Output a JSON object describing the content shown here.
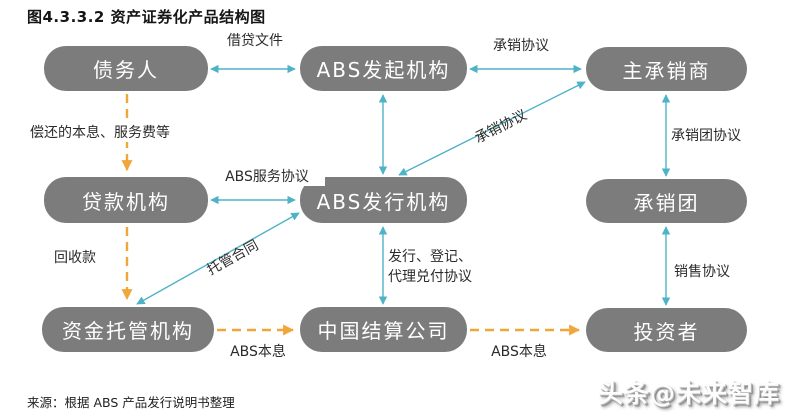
{
  "title": "图4.3.3.2 资产证券化产品结构图",
  "source": "来源：根据 ABS 产品发行说明书整理",
  "watermark": "头条@未来智库",
  "colors": {
    "node_fill": "#7c7c7c",
    "node_text": "#ffffff",
    "arrow_teal": "#4fb3c8",
    "arrow_orange": "#f0a63a"
  },
  "nodes": {
    "debtor": "债务人",
    "originator": "ABS发起机构",
    "lead_underwriter": "主承销商",
    "loan_institution": "贷款机构",
    "issuer": "ABS发行机构",
    "syndicate": "承销团",
    "fund_custodian": "资金托管机构",
    "china_clearing": "中国结算公司",
    "investors": "投资者"
  },
  "edge_labels": {
    "loan_documents": "借贷文件",
    "underwriting_agreement_top": "承销协议",
    "underwriting_agreement_diagonal": "承销协议",
    "syndicate_agreement": "承销团协议",
    "repayment": "偿还的本息、服务费等",
    "abs_service_agreement": "ABS服务协议",
    "recovered_funds": "回收款",
    "custody_contract": "托管合同",
    "issuance_agreement": "发行、登记、\n代理兑付协议",
    "sales_agreement": "销售协议",
    "abs_principal_interest_left": "ABS本息",
    "abs_principal_interest_right": "ABS本息"
  }
}
